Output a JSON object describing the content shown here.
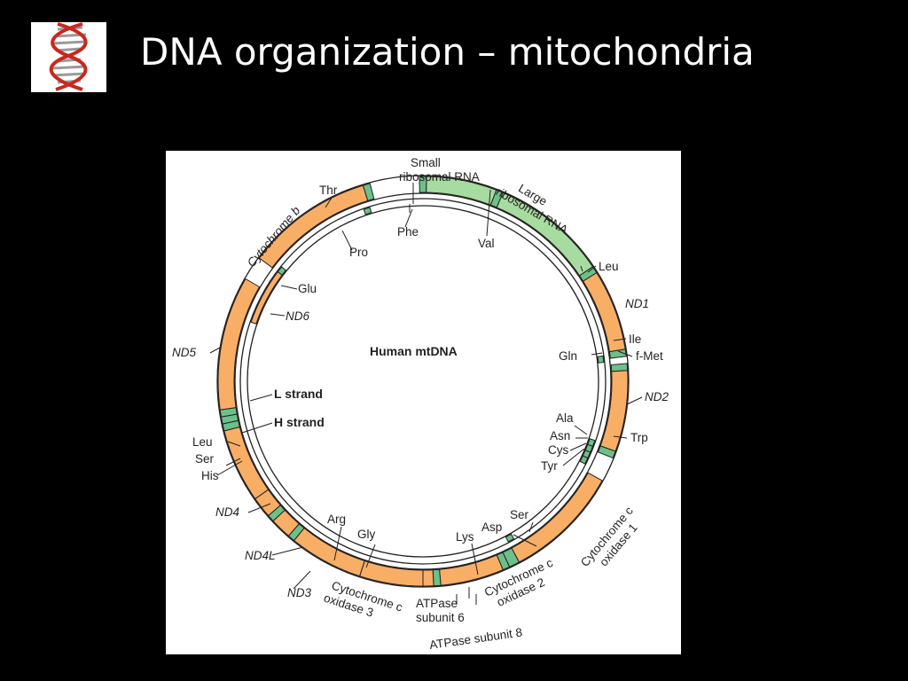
{
  "slide": {
    "title": "DNA organization – mitochondria"
  },
  "logo": {
    "icon": "dna-helix-icon",
    "strand_color": "#c8281e",
    "rung_color": "#9a9a9a"
  },
  "colors": {
    "background": "#000000",
    "title": "#ffffff",
    "rrna": "#a6dca0",
    "gene": "#f9ae66",
    "trna": "#6cc08a",
    "ring_line": "#231f20",
    "panel": "#ffffff"
  },
  "diagram": {
    "center_title": "Human mtDNA",
    "l_strand": "L strand",
    "h_strand": "H strand",
    "labels": {
      "small_rrna_line1": "Small",
      "small_rrna_line2": "ribosomal RNA",
      "large_rrna_line1": "Large",
      "large_rrna_line2": "ribosomal RNA",
      "cytb": "Cytochrome b",
      "thr": "Thr",
      "pro": "Pro",
      "phe": "Phe",
      "val": "Val",
      "leu1": "Leu",
      "nd1": "ND1",
      "ile": "Ile",
      "gln": "Gln",
      "fmet": "f-Met",
      "nd2": "ND2",
      "ala": "Ala",
      "asn": "Asn",
      "cys": "Cys",
      "tyr": "Tyr",
      "trp": "Trp",
      "cox1_line1": "Cytochrome c",
      "cox1_line2": "oxidase 1",
      "ser1": "Ser",
      "asp": "Asp",
      "lys": "Lys",
      "cox2_line1": "Cytochrome c",
      "cox2_line2": "oxidase 2",
      "atp6_line1": "ATPase",
      "atp6_line2": "subunit 6",
      "atp8": "ATPase subunit 8",
      "cox3_line1": "Cytochrome c",
      "cox3_line2": "oxidase 3",
      "gly": "Gly",
      "arg": "Arg",
      "nd3": "ND3",
      "nd4l": "ND4L",
      "nd4": "ND4",
      "leu2": "Leu",
      "ser2": "Ser",
      "his": "His",
      "nd5": "ND5",
      "glu": "Glu",
      "nd6": "ND6"
    }
  }
}
